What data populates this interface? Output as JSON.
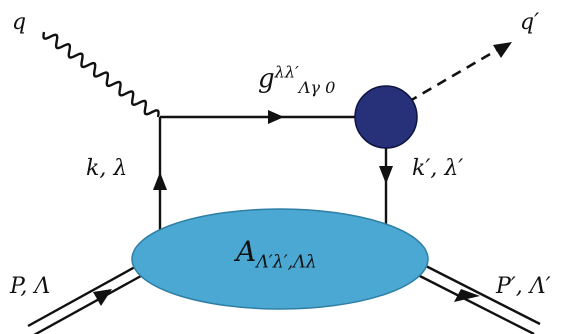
{
  "labels": {
    "q": "q",
    "q_prime": "q′",
    "k_lambda": "k, λ",
    "k_prime_lambda_prime": "k′, λ′",
    "g_base": "g",
    "g_sup": "λλ′",
    "g_sub": "Λγ 0",
    "p_lambda": "P, Λ",
    "p_prime_lambda_prime": "P′, Λ′",
    "amp_base": "A",
    "amp_sub": "Λ′λ′,Λλ"
  },
  "colors": {
    "line": "#111111",
    "vertex_blob": "#26317a",
    "amplitude_blob": "#4aa8d2",
    "background": "#ffffff"
  }
}
